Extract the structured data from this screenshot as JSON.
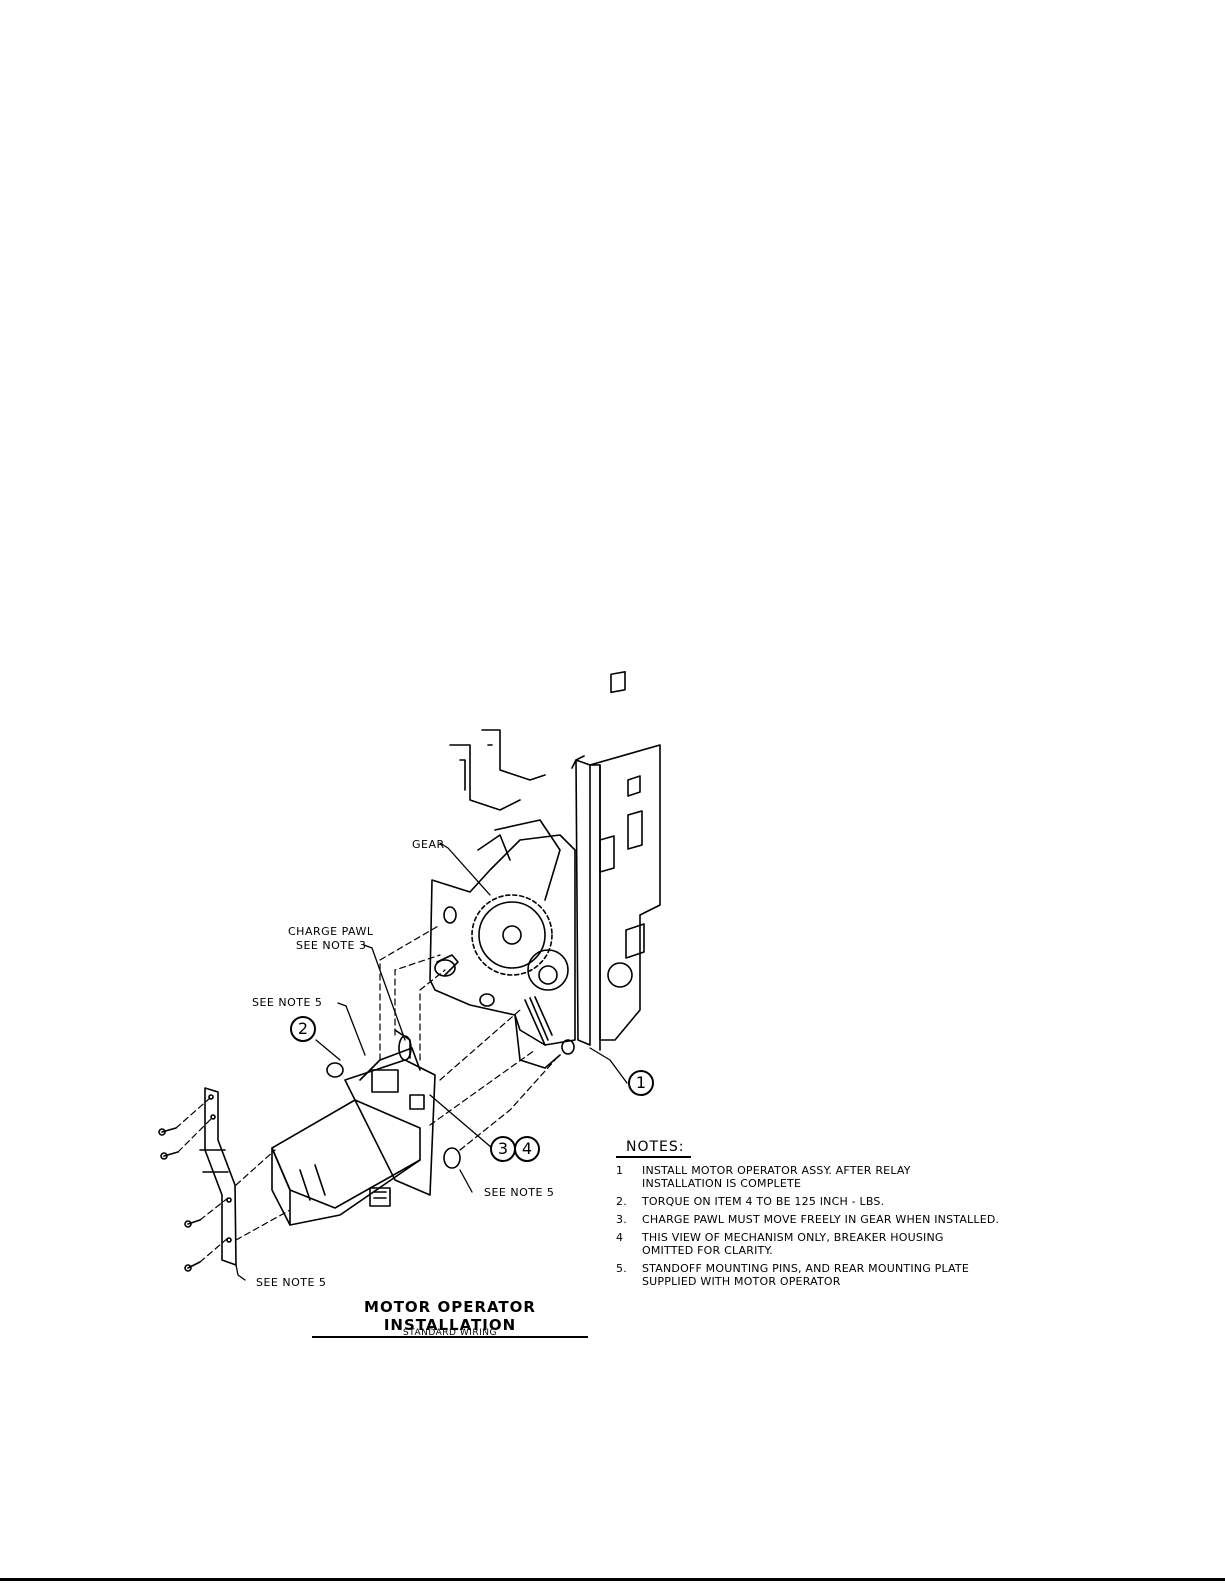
{
  "labels": {
    "gear": "GEAR",
    "charge_pawl_line1": "CHARGE PAWL",
    "charge_pawl_line2": "SEE NOTE 3",
    "see_note5_a": "SEE NOTE 5",
    "see_note5_b": "SEE NOTE 5",
    "see_note5_c": "SEE NOTE 5"
  },
  "callouts": [
    "1",
    "2",
    "3",
    "4"
  ],
  "title": "MOTOR OPERATOR INSTALLATION",
  "subtitle": "STANDARD WIRING",
  "notes": {
    "heading": "NOTES:",
    "items": [
      {
        "num": "1",
        "text": "INSTALL MOTOR OPERATOR ASSY. AFTER RELAY\nINSTALLATION IS COMPLETE"
      },
      {
        "num": "2.",
        "text": "TORQUE ON ITEM 4 TO BE 125 INCH - LBS."
      },
      {
        "num": "3.",
        "text": "CHARGE PAWL MUST MOVE FREELY IN GEAR WHEN INSTALLED."
      },
      {
        "num": "4",
        "text": "THIS VIEW OF MECHANISM ONLY, BREAKER  HOUSING\nOMITTED FOR CLARITY."
      },
      {
        "num": "5.",
        "text": "STANDOFF MOUNTING PINS, AND REAR MOUNTING PLATE\nSUPPLIED WITH MOTOR OPERATOR"
      }
    ]
  }
}
